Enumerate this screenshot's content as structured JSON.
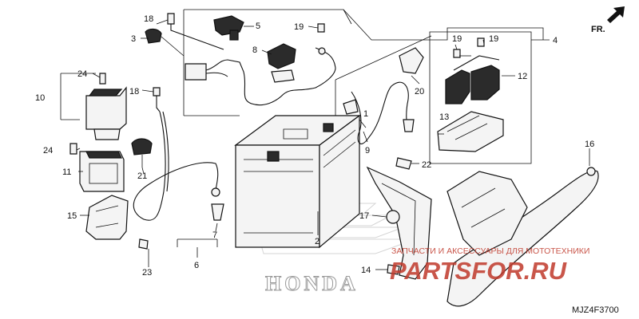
{
  "diagram": {
    "diagram_code": "MJZ4F3700",
    "direction_label": "FR.",
    "brand_watermark": "HONDA",
    "callouts": {
      "c1": "1",
      "c2": "2",
      "c3": "3",
      "c4": "4",
      "c5": "5",
      "c6": "6",
      "c7": "7",
      "c8": "8",
      "c9": "9",
      "c10": "10",
      "c11": "11",
      "c12": "12",
      "c13": "13",
      "c14": "14",
      "c15": "15",
      "c16": "16",
      "c17": "17",
      "c18a": "18",
      "c18b": "18",
      "c19a": "19",
      "c19b": "19",
      "c19c": "19",
      "c20": "20",
      "c21": "21",
      "c22": "22",
      "c23": "23",
      "c24a": "24",
      "c24b": "24"
    }
  },
  "watermark": {
    "tagline": "ЗАПЧАСТИ И АКСЕССУАРЫ ДЛЯ МОТОТЕХНИКИ",
    "site": "PARTSFOR.RU",
    "color": "#c0392b"
  }
}
